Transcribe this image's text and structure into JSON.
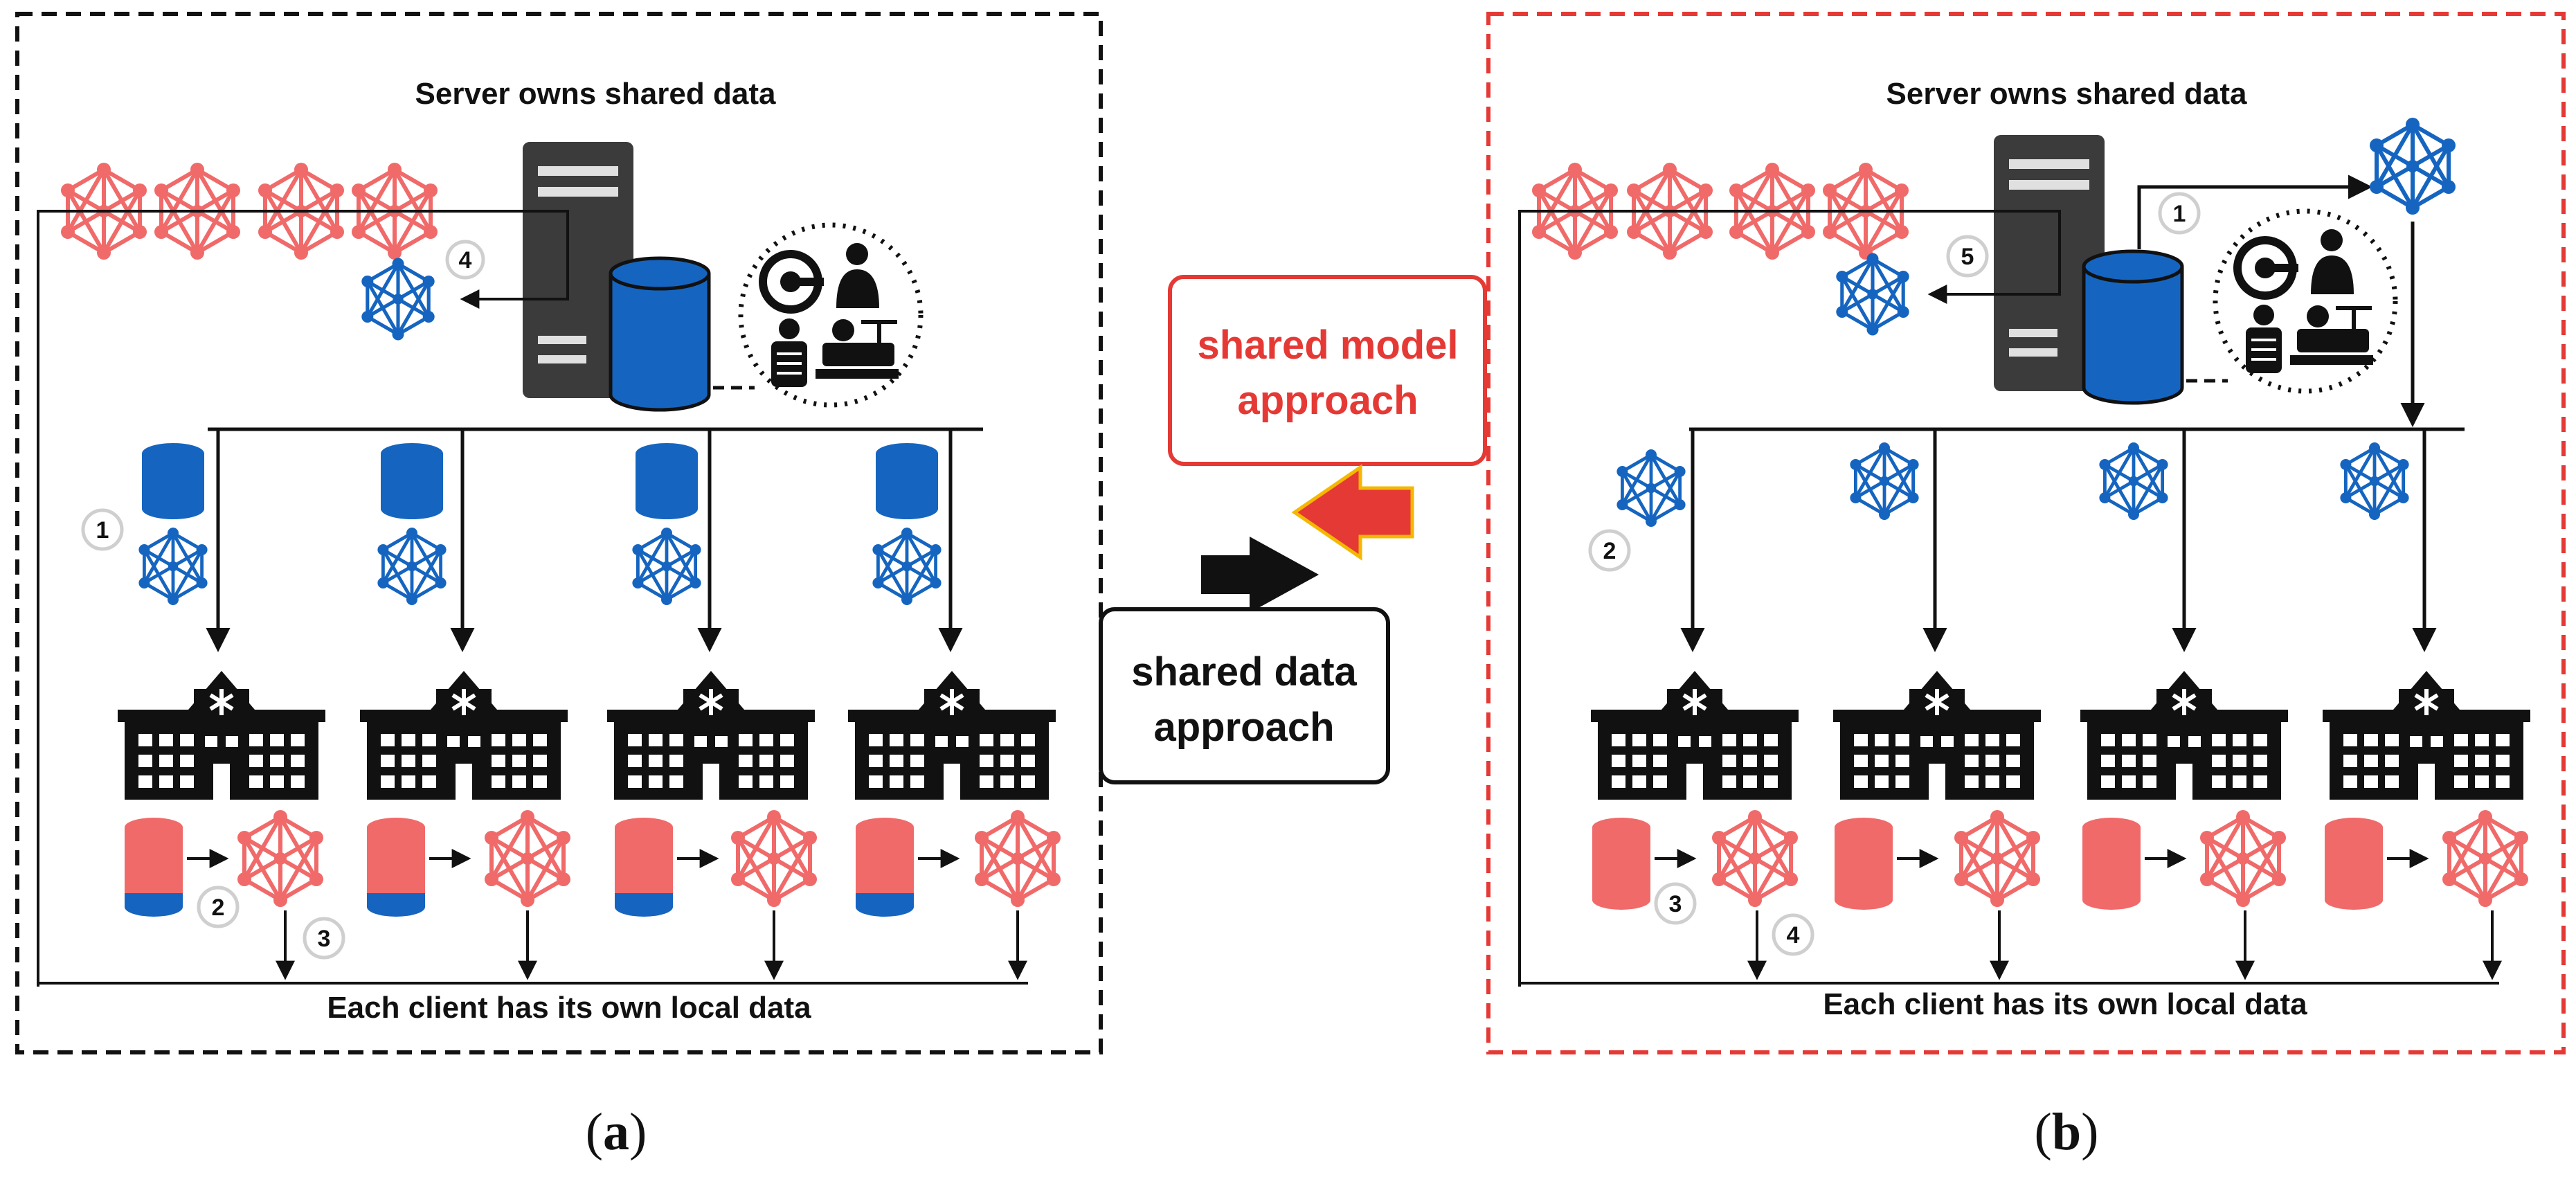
{
  "panel_a": {
    "title": "Server owns shared data",
    "footer": "Each client has its own local data",
    "caption_letter": "a",
    "steps": [
      "1",
      "2",
      "3",
      "4"
    ]
  },
  "panel_b": {
    "title": "Server owns shared data",
    "footer": "Each client has its own local data",
    "caption_letter": "b",
    "steps": [
      "1",
      "2",
      "3",
      "4",
      "5"
    ]
  },
  "middle": {
    "shared_model": [
      "shared model",
      "approach"
    ],
    "shared_data": [
      "shared data",
      "approach"
    ]
  },
  "colors": {
    "blue": "#1565c0",
    "red_model": "#f06a6a",
    "red_accent": "#e53935",
    "dark_server": "#3b3b3b",
    "black": "#111111"
  }
}
